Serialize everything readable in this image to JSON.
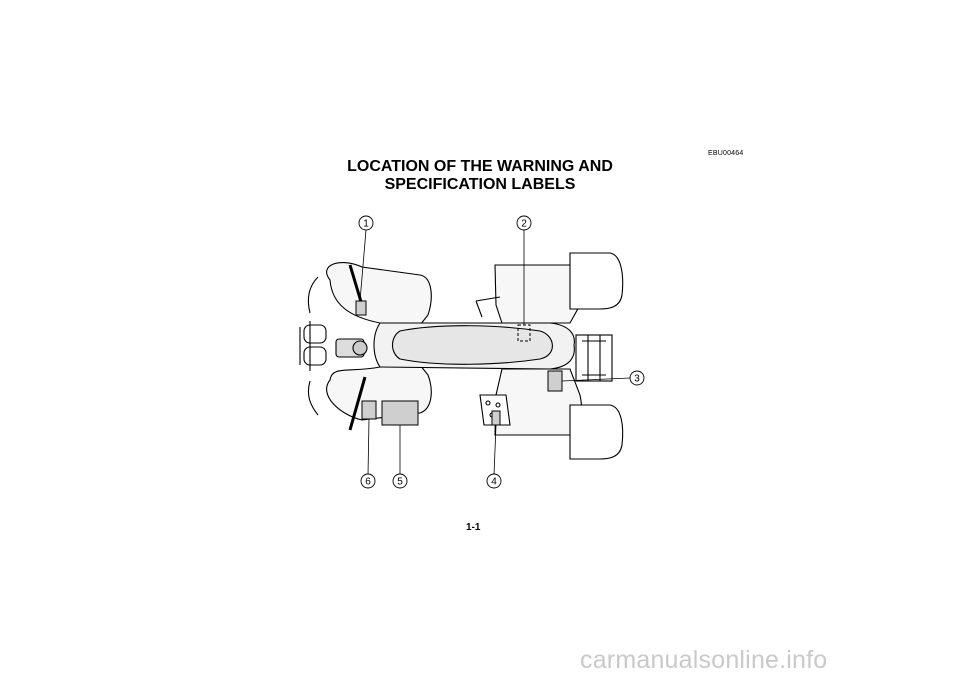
{
  "page": {
    "doc_code": "EBU00464",
    "title_line1": "LOCATION OF THE WARNING AND",
    "title_line2": "SPECIFICATION LABELS",
    "page_number": "1-1",
    "watermark": "carmanualsonline.info"
  },
  "figure": {
    "callouts": [
      "1",
      "2",
      "3",
      "4",
      "5",
      "6"
    ]
  }
}
